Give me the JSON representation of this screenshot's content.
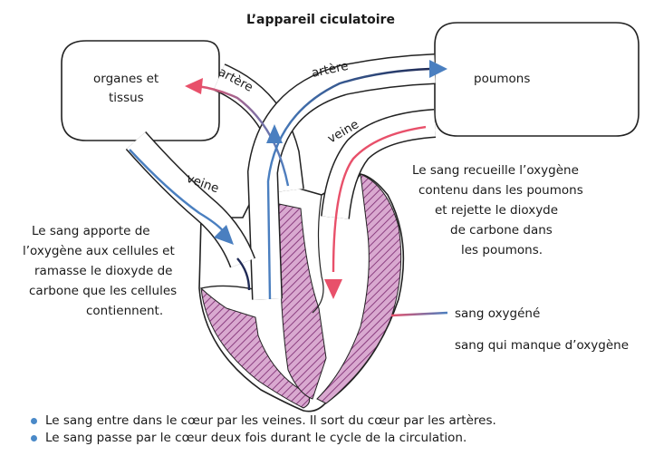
{
  "title": "L’appareil ciculatoire",
  "boxes": {
    "organs": [
      "organes et",
      "tissus"
    ],
    "lungs": "poumons"
  },
  "vessels": {
    "artery_left": "artère",
    "artery_right": "artère",
    "vein_right": "veine",
    "vein_left": "veine"
  },
  "text_left": [
    "Le sang apporte de",
    "l’oxygène aux cellules et",
    "ramasse le dioxyde de",
    "carbone que les cellules",
    "contiennent."
  ],
  "text_right": [
    "Le sang recueille l’oxygène",
    "contenu dans les poumons",
    "et rejette le dioxyde",
    "de carbone dans",
    "les poumons."
  ],
  "legend": {
    "oxygenated": "sang oxygéné",
    "deoxygenated": "sang qui manque d’oxygène"
  },
  "colors": {
    "oxygenated": "#e8506a",
    "deoxygenated": "#4a7fc0",
    "muscle": "#b86aa6",
    "bullet": "#4a89c8"
  },
  "bullets": [
    "Le sang entre dans le cœur par les veines. Il sort du cœur par les artères.",
    "Le sang passe par le cœur deux fois durant le cycle de la circulation."
  ]
}
